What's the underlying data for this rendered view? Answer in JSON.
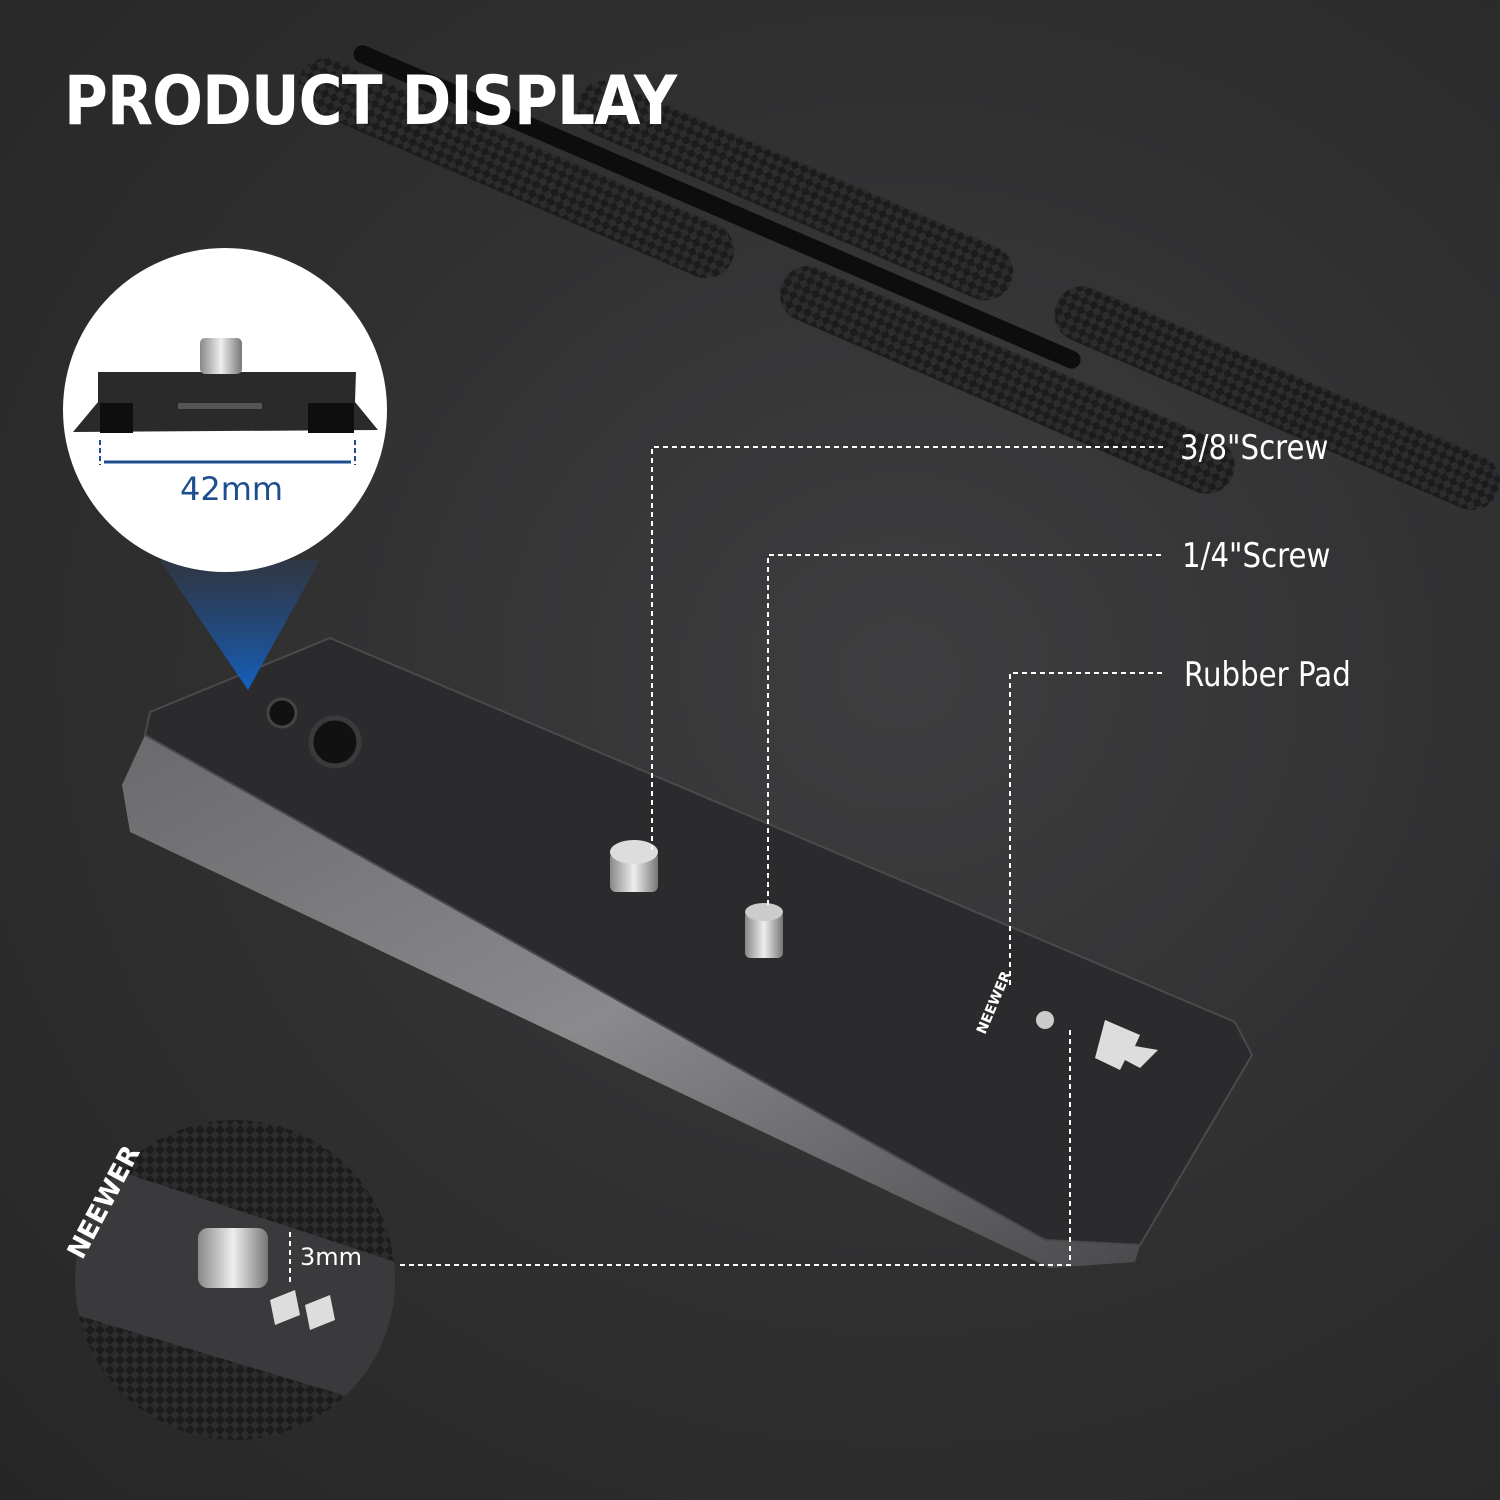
{
  "title": "PRODUCT DISPLAY",
  "callouts": {
    "screw_38": "3/8\"Screw",
    "screw_14": "1/4\"Screw",
    "rubber_pad": "Rubber Pad"
  },
  "inset_top": {
    "dimension": "42mm"
  },
  "inset_bottom": {
    "dimension": "3mm",
    "brand": "NEEWER"
  },
  "plate": {
    "brand": "NEEWER"
  },
  "colors": {
    "background": "#2e2e2f",
    "accent_blue": "#1d4f8f",
    "text": "#ffffff"
  }
}
